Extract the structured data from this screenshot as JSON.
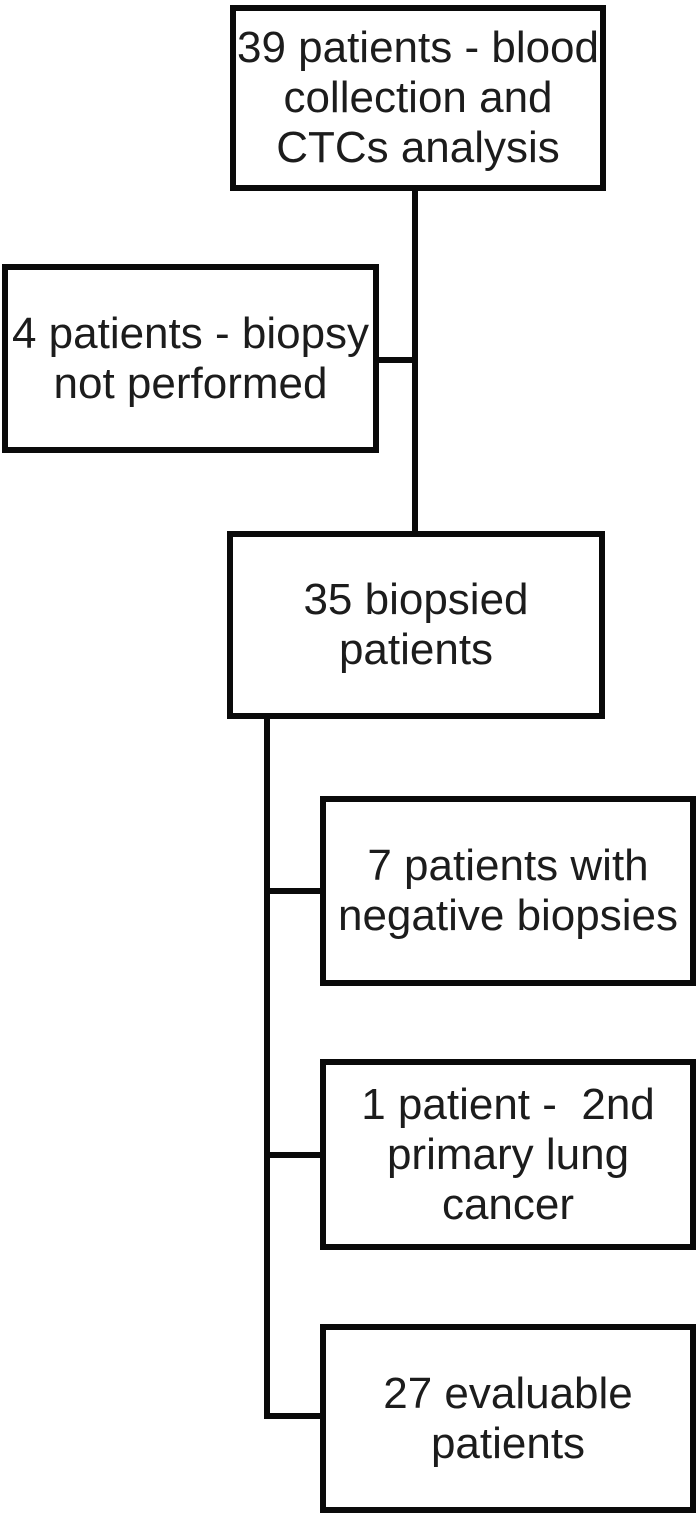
{
  "diagram": {
    "type": "flowchart",
    "background_color": "#ffffff",
    "line_color": "#0a0a0a",
    "text_color": "#1c1c1c",
    "boxes": [
      {
        "id": "blood-collection",
        "text": "39 patients - blood collection and CTCs analysis",
        "lines": [
          "39 patients - blood",
          "collection and",
          "CTCs analysis"
        ]
      },
      {
        "id": "biopsy-not-performed",
        "text": "4 patients - biopsy not performed",
        "lines": [
          "4 patients - biopsy",
          "not performed"
        ]
      },
      {
        "id": "biopsied-patients",
        "text": "35 biopsied patients",
        "lines": [
          "35 biopsied",
          "patients"
        ]
      },
      {
        "id": "negative-biopsies",
        "text": "7 patients with negative biopsies",
        "lines": [
          "7 patients with",
          "negative biopsies"
        ]
      },
      {
        "id": "second-primary-lung-cancer",
        "text": "1 patient -  2nd primary lung cancer",
        "lines": [
          "1 patient -  2nd",
          "primary lung",
          "cancer"
        ]
      },
      {
        "id": "evaluable-patients",
        "text": "27 evaluable patients",
        "lines": [
          "27 evaluable",
          "patients"
        ]
      }
    ]
  }
}
